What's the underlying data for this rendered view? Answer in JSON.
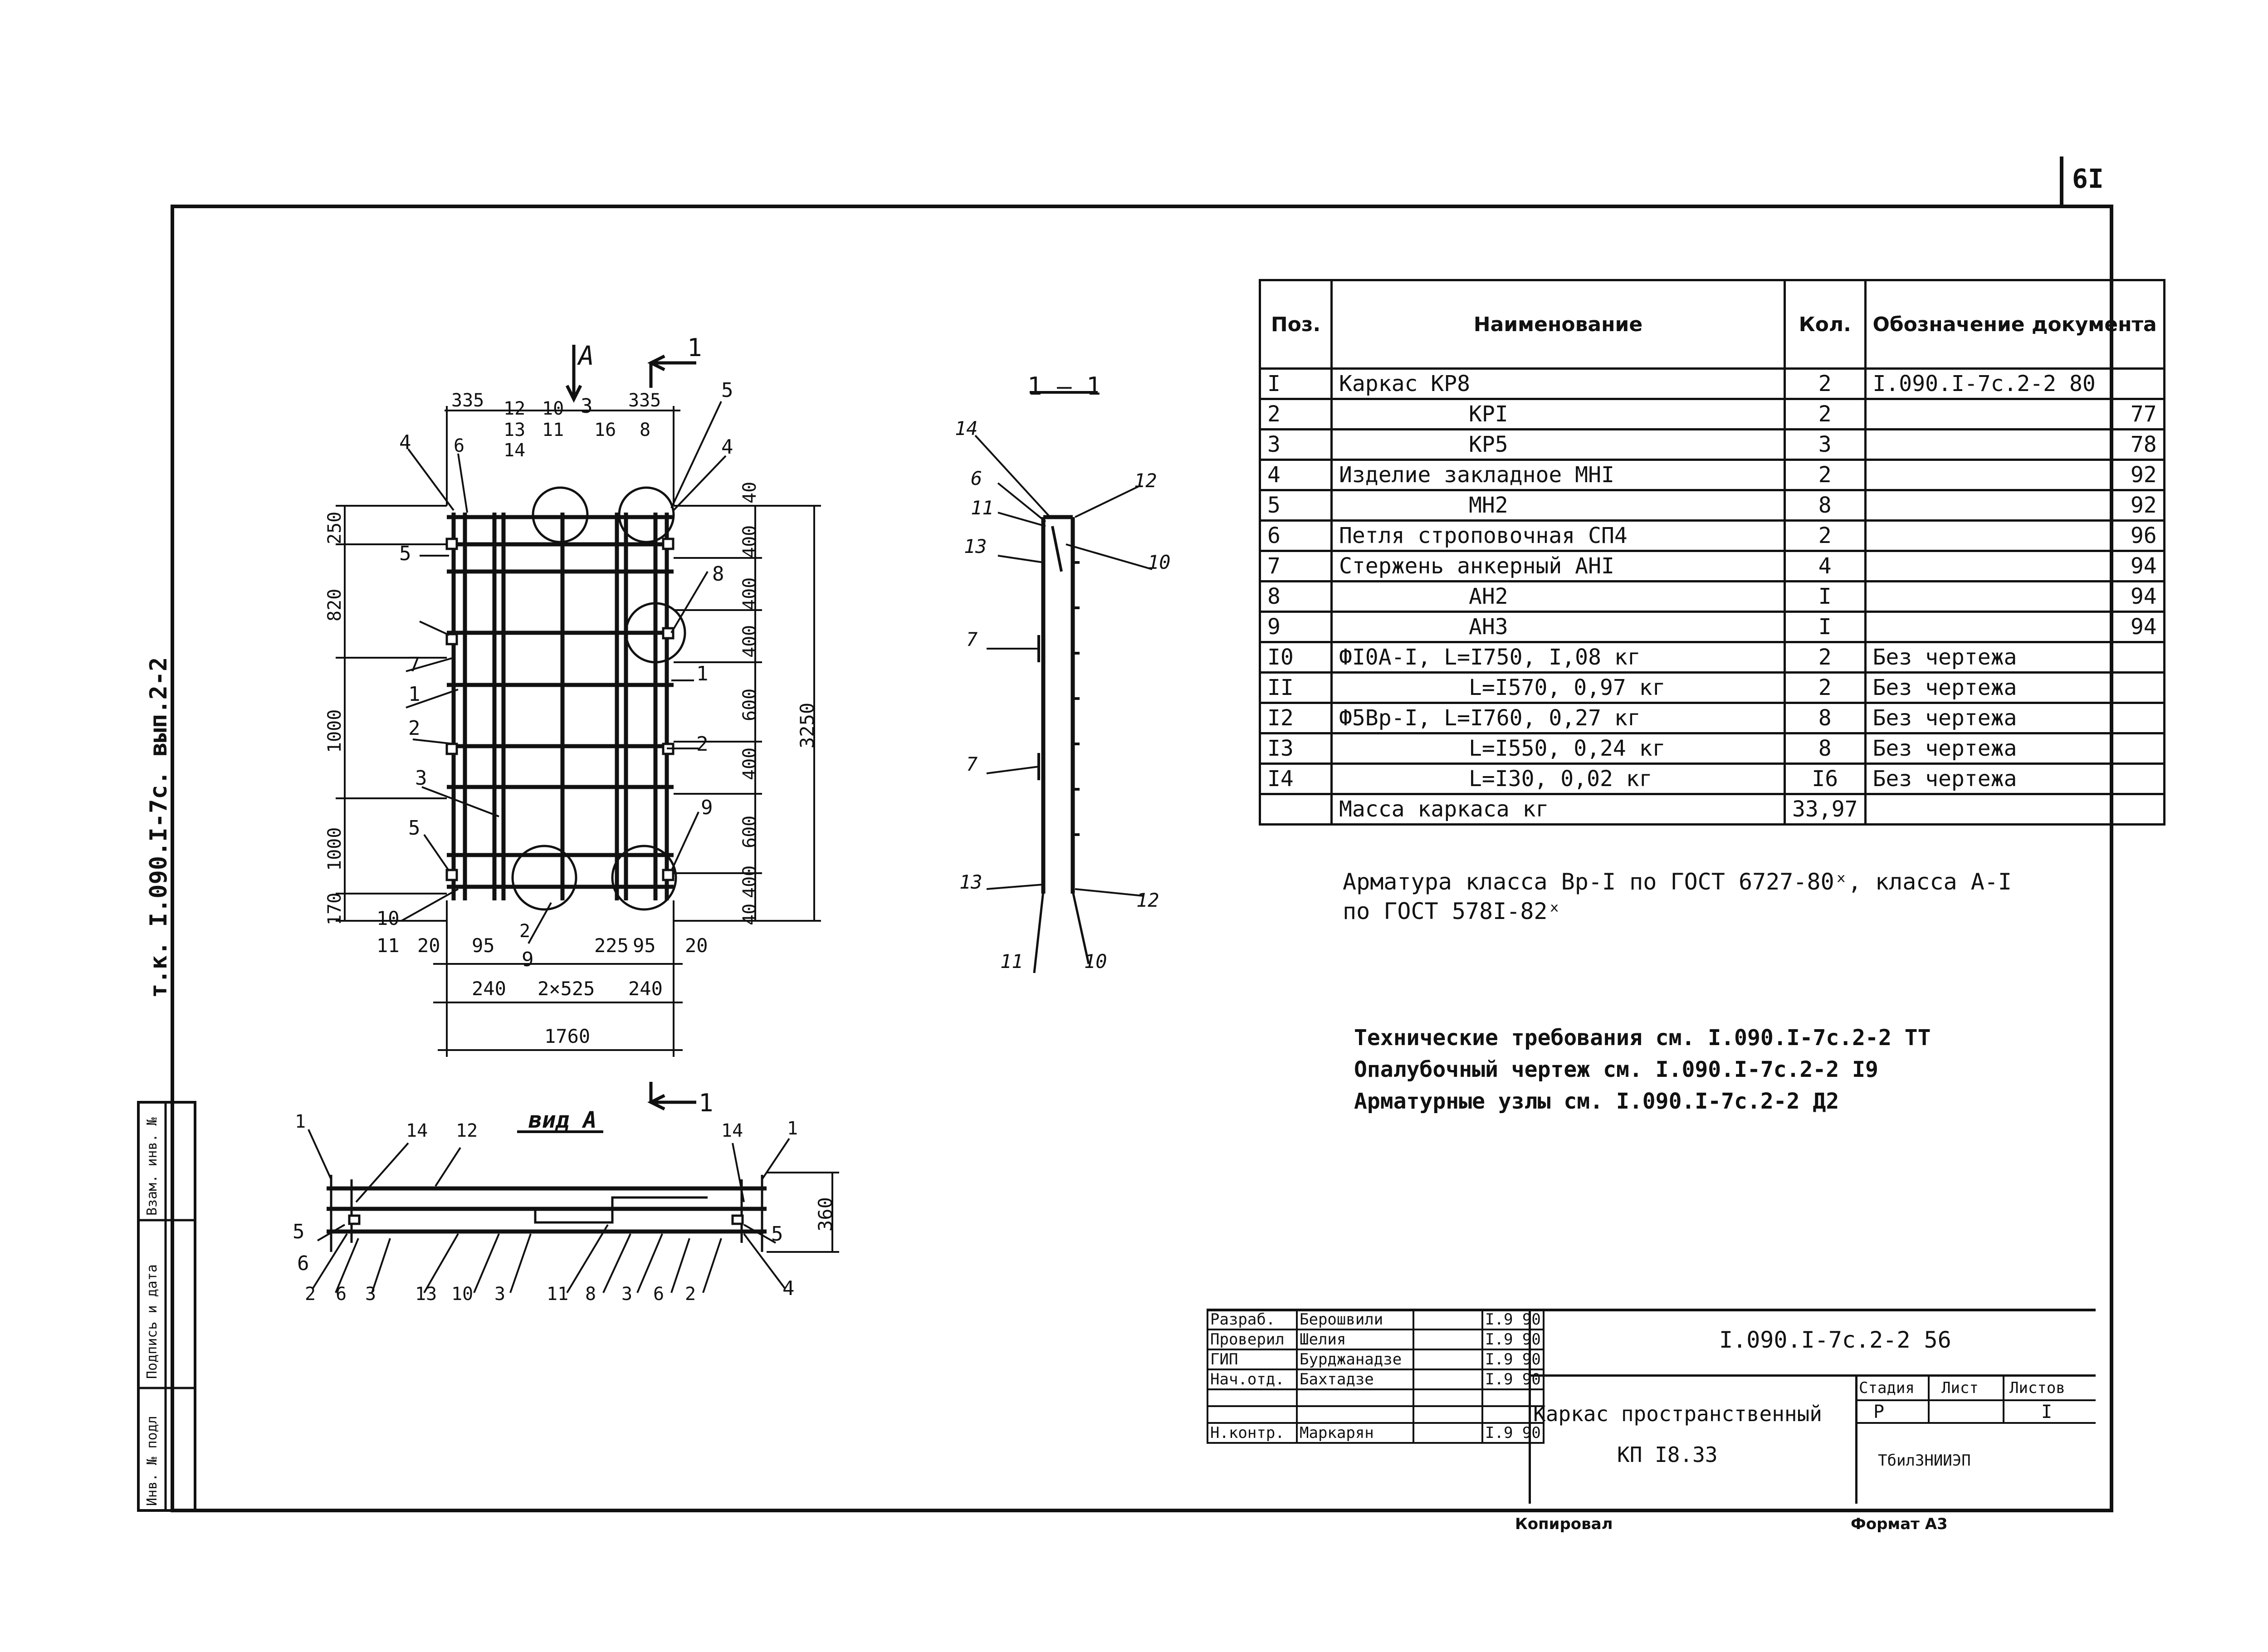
{
  "sheet": {
    "page_number": "6I",
    "side_code": "т.к. I.090.I-7с. вып.2-2",
    "footer_copied": "Копировал",
    "footer_format": "Формат А3"
  },
  "left_stamp": {
    "cells": [
      "Взам. инв. №",
      "Подпись и дата",
      "Инв. № подл"
    ]
  },
  "drawings": {
    "main_view": {
      "dims_top": [
        "335",
        "12",
        "13",
        "14",
        "10",
        "11",
        "3",
        "335",
        "16",
        "8",
        "6"
      ],
      "dims_left": [
        "250",
        "820",
        "1000",
        "1000",
        "170"
      ],
      "dims_right": [
        "400",
        "400",
        "400",
        "600",
        "400",
        "600",
        "400",
        "40",
        "40"
      ],
      "dims_bottom": [
        "20",
        "95",
        "225",
        "95",
        "20",
        "240",
        "2×525",
        "240",
        "1760"
      ],
      "overall_height": "3250",
      "section_mark": "1",
      "view_mark": "А",
      "callouts": [
        "4",
        "5",
        "7",
        "1",
        "2",
        "3",
        "5",
        "10",
        "11",
        "9",
        "2",
        "8",
        "4",
        "5",
        "1",
        "2",
        "9",
        "16",
        "8"
      ]
    },
    "section_1_1": {
      "title": "1 — 1",
      "callouts": [
        "14",
        "6",
        "11",
        "13",
        "7",
        "7",
        "13",
        "11",
        "10",
        "12",
        "10",
        "12"
      ]
    },
    "view_a": {
      "title": "вид А",
      "dim": "360",
      "callouts_top": [
        "1",
        "14",
        "12",
        "14",
        "1"
      ],
      "callouts_left": [
        "5",
        "6"
      ],
      "callouts_right": [
        "5",
        "4"
      ],
      "callouts_bottom": [
        "2",
        "6",
        "3",
        "13",
        "10",
        "3",
        "11",
        "8",
        "3",
        "6",
        "2"
      ]
    }
  },
  "spec_table": {
    "headers": [
      "Поз.",
      "Наименование",
      "Кол.",
      "Обозначение документа"
    ],
    "rows": [
      {
        "pos": "I",
        "name": "Каркас КР8",
        "qty": "2",
        "doc": "I.090.I-7с.2-2 80"
      },
      {
        "pos": "2",
        "name": "КРI",
        "qty": "2",
        "doc": "77"
      },
      {
        "pos": "3",
        "name": "КР5",
        "qty": "3",
        "doc": "78"
      },
      {
        "pos": "4",
        "name": "Изделие закладное МНI",
        "qty": "2",
        "doc": "92"
      },
      {
        "pos": "5",
        "name": "МН2",
        "qty": "8",
        "doc": "92"
      },
      {
        "pos": "6",
        "name": "Петля строповочная СП4",
        "qty": "2",
        "doc": "96"
      },
      {
        "pos": "7",
        "name": "Стержень анкерный АНI",
        "qty": "4",
        "doc": "94"
      },
      {
        "pos": "8",
        "name": "АН2",
        "qty": "I",
        "doc": "94"
      },
      {
        "pos": "9",
        "name": "АН3",
        "qty": "I",
        "doc": "94"
      },
      {
        "pos": "I0",
        "name": "ФI0А-I, L=I750, I,08 кг",
        "qty": "2",
        "doc": "Без чертежа"
      },
      {
        "pos": "II",
        "name": "L=I570, 0,97 кг",
        "qty": "2",
        "doc": "Без чертежа"
      },
      {
        "pos": "I2",
        "name": "Ф5Вр-I, L=I760, 0,27 кг",
        "qty": "8",
        "doc": "Без чертежа"
      },
      {
        "pos": "I3",
        "name": "L=I550, 0,24 кг",
        "qty": "8",
        "doc": "Без чертежа"
      },
      {
        "pos": "I4",
        "name": "L=I30, 0,02 кг",
        "qty": "I6",
        "doc": "Без чертежа"
      },
      {
        "pos": "",
        "name": "Масса каркаса кг",
        "qty": "33,97",
        "doc": ""
      }
    ]
  },
  "notes": {
    "rebar_line1": "Арматура класса Вр-I по ГОСТ 6727-80ˣ, класса А-I",
    "rebar_line2": "по ГОСТ 578I-82ˣ",
    "tech_req": "Технические требования см. I.090.I-7с.2-2 ТТ",
    "formwork": "Опалубочный чертеж см. I.090.I-7с.2-2 I9",
    "rebar_nodes": "Арматурные узлы см. I.090.I-7с.2-2 Д2"
  },
  "title_block": {
    "roles": [
      "Разраб.",
      "Проверил",
      "ГИП",
      "Нач.отд.",
      "",
      "",
      "Н.контр."
    ],
    "names": [
      "Берошвили",
      "Шелия",
      "Бурджанадзе",
      "Бахтадзе",
      "",
      "",
      "Маркарян"
    ],
    "dates": [
      "I.9 90",
      "I.9 90",
      "I.9 90",
      "I.9 90",
      "",
      "",
      "I.9 90"
    ],
    "doc_code": "I.090.I-7с.2-2 56",
    "title_line1": "Каркас пространственный",
    "title_line2": "КП I8.33",
    "stage_label": "Стадия",
    "sheet_label": "Лист",
    "sheets_label": "Листов",
    "stage_value": "Р",
    "sheets_value": "I",
    "org": "ТбилЗНИИЭП"
  }
}
